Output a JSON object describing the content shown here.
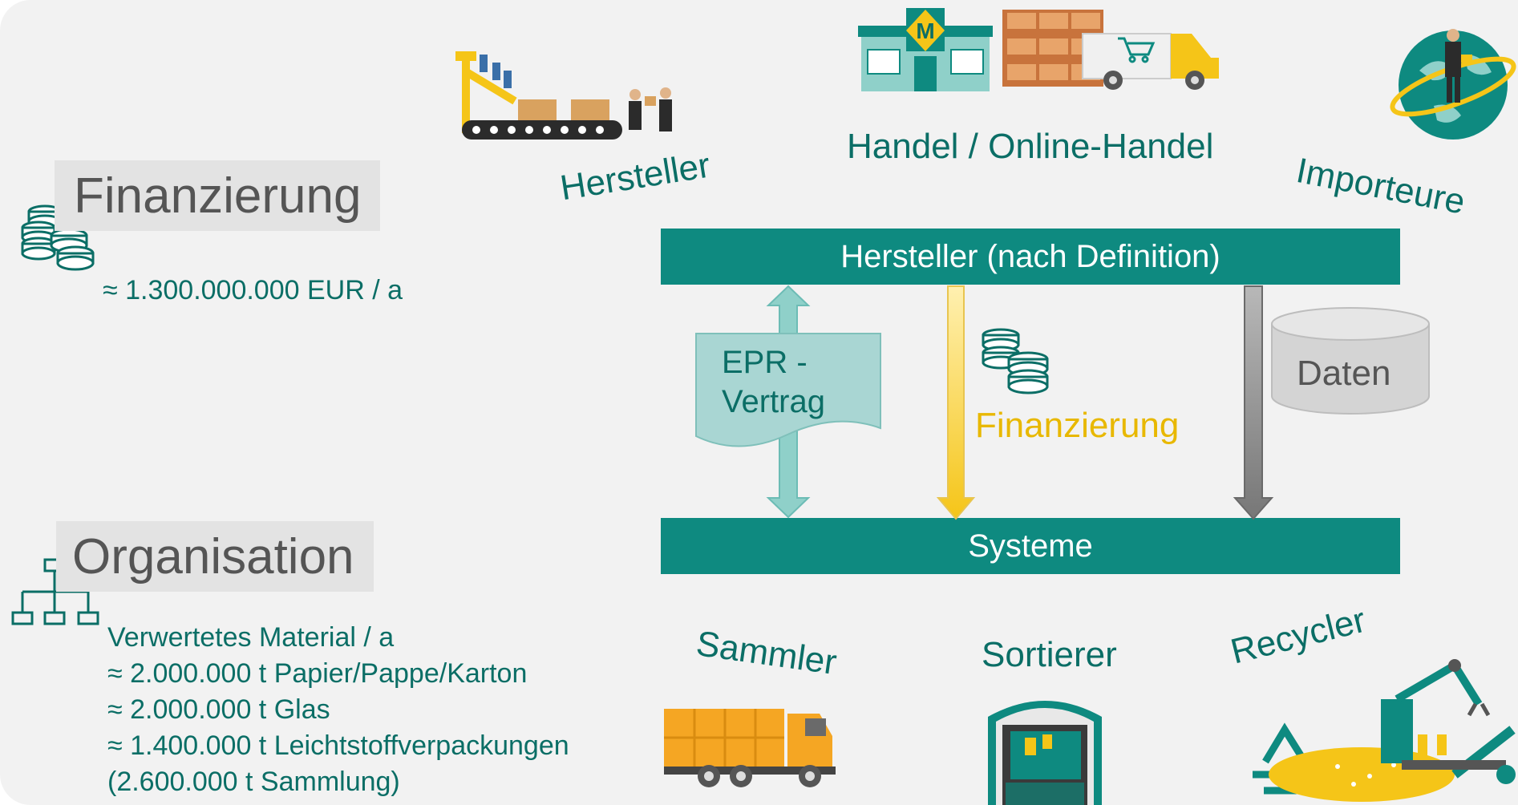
{
  "finance": {
    "heading": "Finanzierung",
    "amount": "≈ 1.300.000.000 EUR / a"
  },
  "organisation": {
    "heading": "Organisation",
    "lines": [
      "Verwertetes Material / a",
      "≈ 2.000.000 t Papier/Pappe/Karton",
      "≈ 2.000.000 t Glas",
      "≈ 1.400.000 t Leichtstoffverpackungen",
      "(2.600.000 t Sammlung)"
    ]
  },
  "actors_top": {
    "hersteller": "Hersteller",
    "handel": "Handel / Online-Handel",
    "importeure": "Importeure"
  },
  "actors_bottom": {
    "sammler": "Sammler",
    "sortierer": "Sortierer",
    "recycler": "Recycler"
  },
  "flow": {
    "top_band": "Hersteller (nach Definition)",
    "bottom_band": "Systeme",
    "contract_label": "EPR - Vertrag",
    "finance_label": "Finanzierung",
    "data_label": "Daten"
  },
  "shop_logo_letter": "M",
  "colors": {
    "teal": "#0e8a80",
    "teal_text": "#0b6e66",
    "yellow": "#f5c518",
    "finance_text": "#e8b800",
    "grey_arrow": "#8a8a8a",
    "light_teal": "#a9d6d3",
    "section_bg": "#e3e3e3"
  },
  "icons": [
    "coins-icon",
    "org-chart-icon",
    "factory-line-icon",
    "store-truck-icon",
    "globe-businessman-icon",
    "garbage-truck-icon",
    "sorting-plant-icon",
    "recycling-robot-icon",
    "database-icon"
  ]
}
